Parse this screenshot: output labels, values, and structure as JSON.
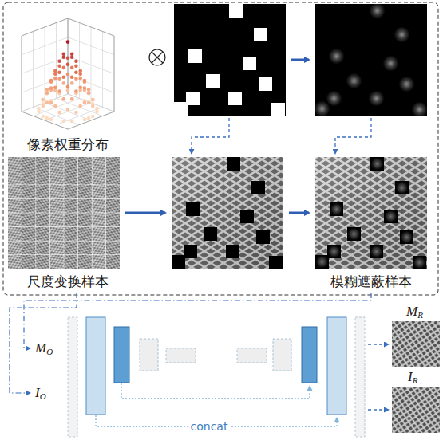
{
  "diagram": {
    "labels": [
      "像素权重分布",
      "尺度变换样本",
      "模糊遮蔽样本",
      "MO",
      "IO",
      "MR",
      "IR",
      "concat"
    ]
  }
}
